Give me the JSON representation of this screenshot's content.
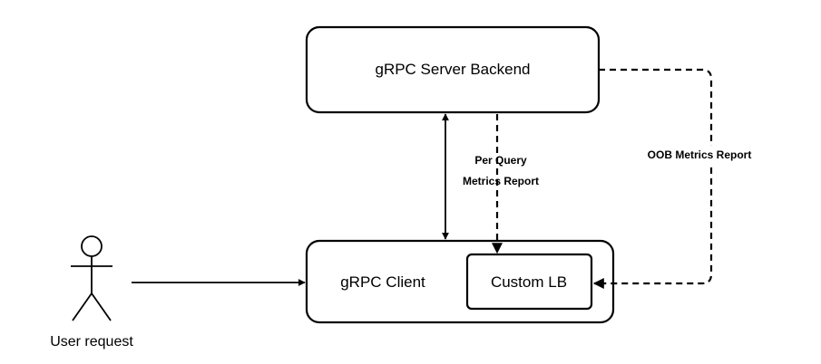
{
  "nodes": {
    "server": {
      "label": "gRPC Server Backend"
    },
    "client": {
      "label": "gRPC Client"
    },
    "lb": {
      "label": "Custom LB"
    },
    "actor": {
      "label": "User request"
    }
  },
  "edges": {
    "per_query": {
      "line1": "Per Query",
      "line2": "Metrics Report"
    },
    "oob": {
      "label": "OOB Metrics Report"
    }
  }
}
